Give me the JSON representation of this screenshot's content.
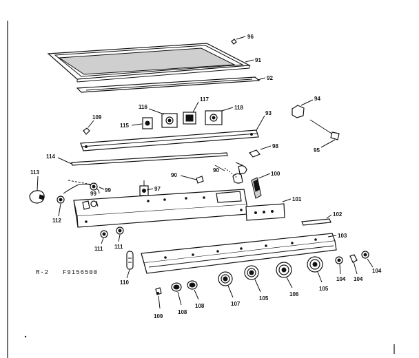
{
  "diagram": {
    "caption_left": "R-2",
    "caption_right": "F9156500",
    "callouts": {
      "c96": "96",
      "c91": "91",
      "c92": "92",
      "c117": "117",
      "c116": "116",
      "c118": "118",
      "c109": "109",
      "c115": "115",
      "c93": "93",
      "c94": "94",
      "c95": "95",
      "c98": "98",
      "c114": "114",
      "c113": "113",
      "c99a": "99",
      "c99b": "99",
      "c90": "90",
      "c97": "97",
      "c100": "100",
      "c112": "112",
      "c101": "101",
      "c102": "102",
      "c103": "103",
      "c111a": "111",
      "c111b": "111",
      "c110": "110",
      "c104a": "104",
      "c104b": "104",
      "c104c": "104",
      "c109b": "109",
      "c108": "108",
      "c108b": "108",
      "c107": "107",
      "c105a": "105",
      "c106": "106",
      "c105b": "105"
    }
  }
}
